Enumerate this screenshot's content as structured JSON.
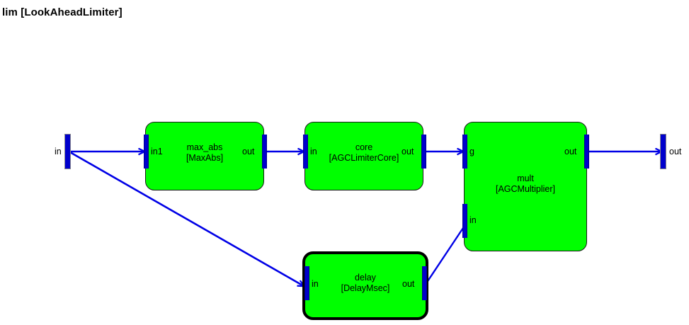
{
  "diagram": {
    "title": "lim [LookAheadLimiter]",
    "background": "#ffffff",
    "block_fill": "#00ff00",
    "port_color": "#0000cc",
    "wire_color": "#0000e6",
    "border_color": "#1a1a1a",
    "selected_border_color": "#000000"
  },
  "terminals": {
    "input": {
      "label": "in"
    },
    "output": {
      "label": "out"
    }
  },
  "blocks": [
    {
      "id": "max_abs",
      "name": "max_abs",
      "type": "[MaxAbs]",
      "selected": false,
      "ports": {
        "in1": "in1",
        "out": "out"
      }
    },
    {
      "id": "core",
      "name": "core",
      "type": "[AGCLimiterCore]",
      "selected": false,
      "ports": {
        "in": "in",
        "out": "out"
      }
    },
    {
      "id": "mult",
      "name": "mult",
      "type": "[AGCMultiplier]",
      "selected": false,
      "ports": {
        "g": "g",
        "in": "in",
        "out": "out"
      }
    },
    {
      "id": "delay",
      "name": "delay",
      "type": "[DelayMsec]",
      "selected": true,
      "ports": {
        "in": "in",
        "out": "out"
      }
    }
  ],
  "connections": [
    {
      "from": "input",
      "to": "max_abs.in1"
    },
    {
      "from": "input",
      "to": "delay.in"
    },
    {
      "from": "max_abs.out",
      "to": "core.in"
    },
    {
      "from": "core.out",
      "to": "mult.g"
    },
    {
      "from": "delay.out",
      "to": "mult.in"
    },
    {
      "from": "mult.out",
      "to": "output"
    }
  ]
}
